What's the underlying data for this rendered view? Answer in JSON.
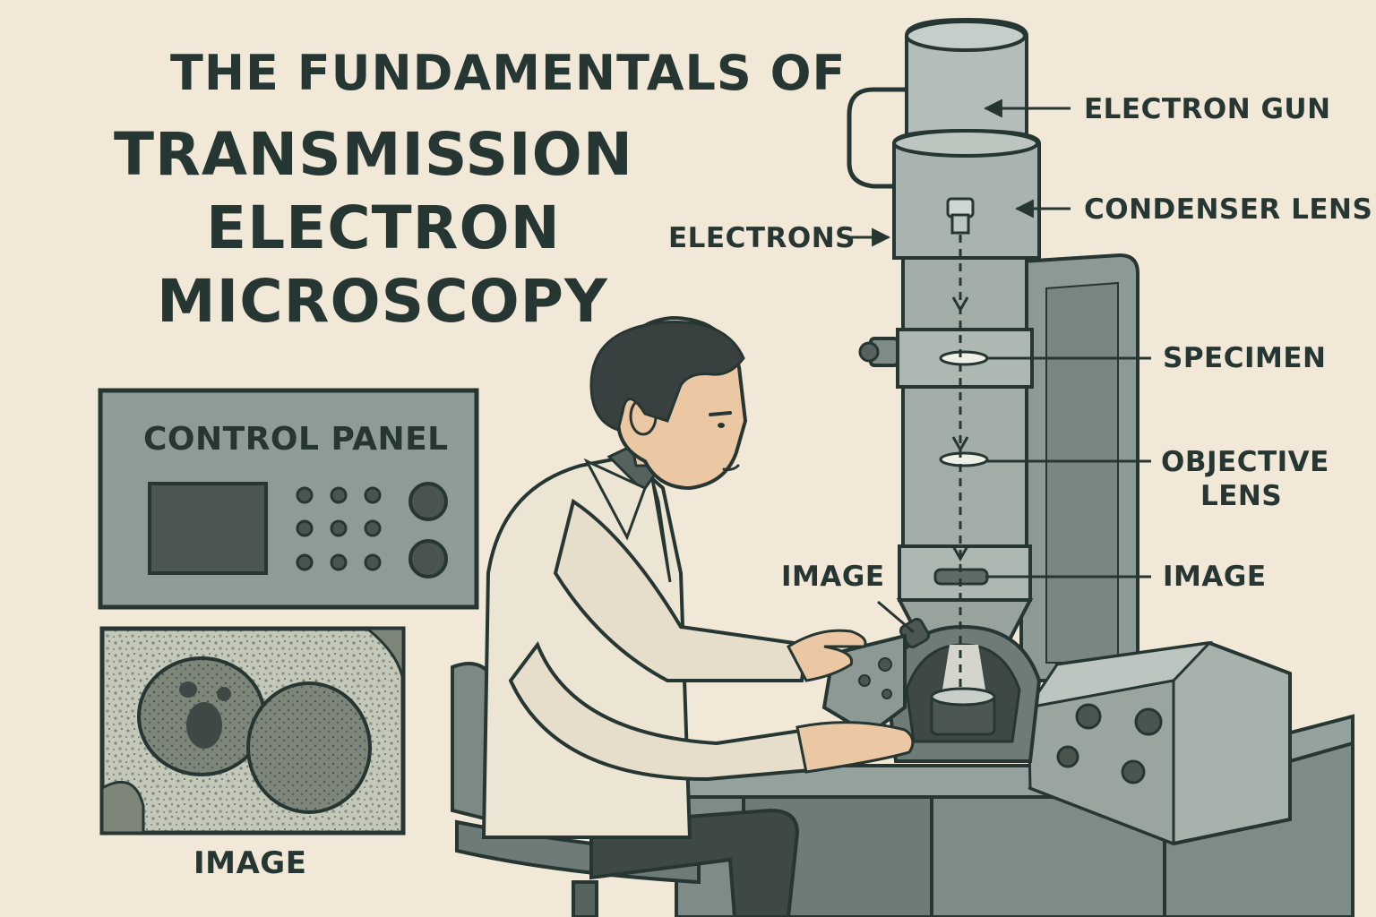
{
  "title": {
    "line1": "THE FUNDAMENTALS OF",
    "line2": "TRANSMISSION",
    "line3": "ELECTRON",
    "line4": "MICROSCOPY"
  },
  "control_panel": {
    "label": "CONTROL PANEL"
  },
  "sample_image": {
    "caption": "IMAGE"
  },
  "labels": {
    "electron_gun": "ELECTRON GUN",
    "condenser_lens": "CONDENSER LENS",
    "electrons": "ELECTRONS",
    "specimen": "SPECIMEN",
    "objective_lens_line1": "OBJECTIVE",
    "objective_lens_line2": "LENS",
    "image_right": "IMAGE",
    "image_left": "IMAGE"
  },
  "colors": {
    "background": "#f2e8d8",
    "ink": "#263633",
    "column": "#a9b3af",
    "panel": "#8f9b96",
    "coat": "#ede5d3",
    "hair": "#38413f",
    "skin": "#ebc7a4"
  }
}
